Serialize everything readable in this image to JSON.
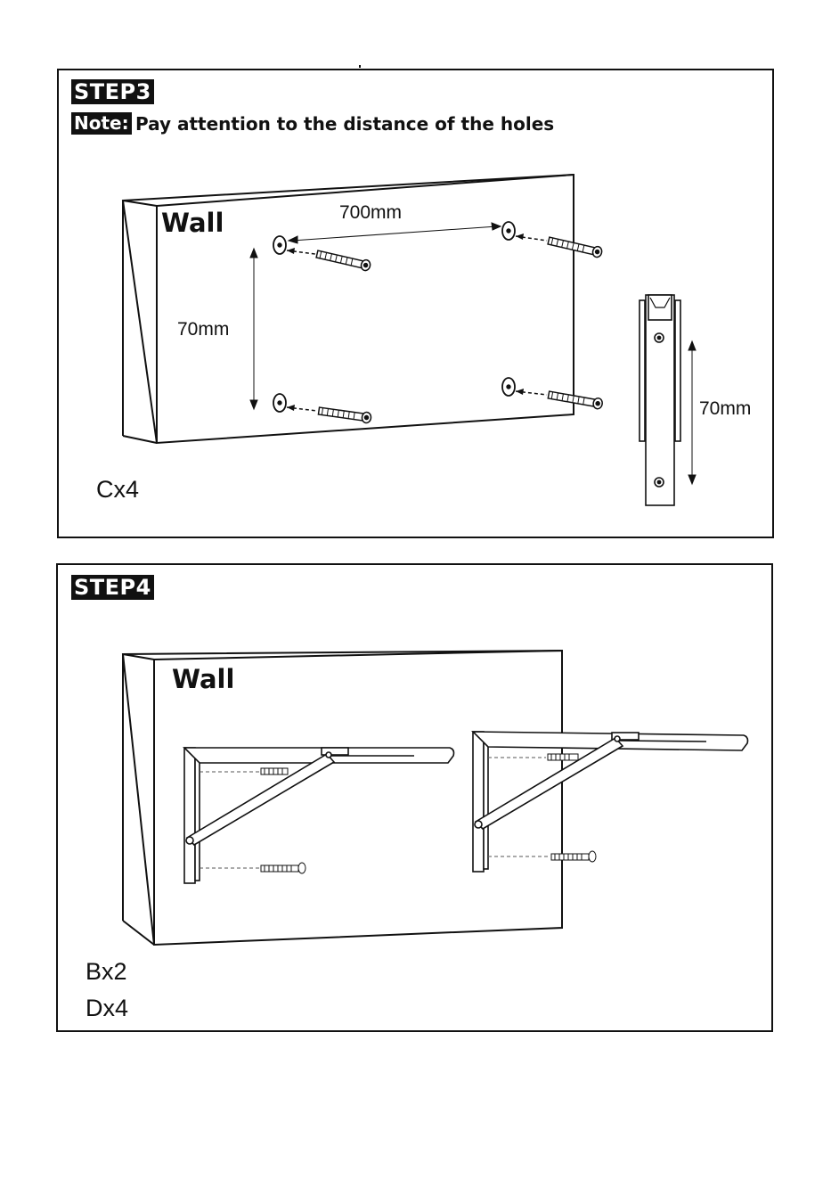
{
  "step3": {
    "step_label": "STEP3",
    "note_label": "Note:",
    "note_text": "Pay attention to the distance of the holes",
    "wall_label": "Wall",
    "horizontal_distance": "700mm",
    "vertical_distance": "70mm",
    "bracket_distance": "70mm",
    "quantity": "Cx4"
  },
  "step4": {
    "step_label": "STEP4",
    "wall_label": "Wall",
    "quantities": [
      "Bx2",
      "Dx4"
    ]
  },
  "colors": {
    "line": "#111111",
    "dashed": "#555555",
    "badge_bg": "#111111",
    "badge_text": "#ffffff"
  }
}
